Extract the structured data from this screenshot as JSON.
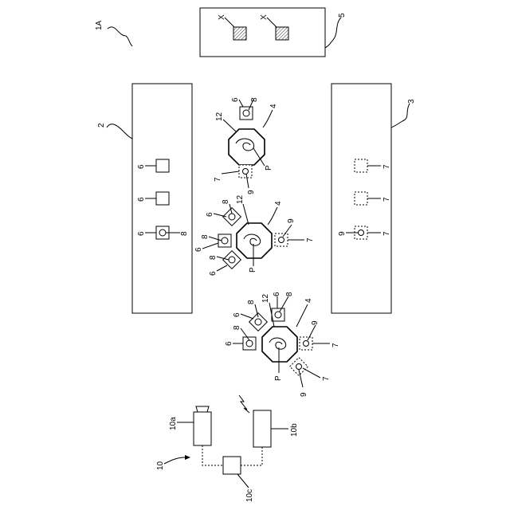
{
  "labels": {
    "system": "1A",
    "unit2": "2",
    "unit3": "3",
    "unit5": "5",
    "x": "X",
    "n4": "4",
    "n6": "6",
    "n7": "7",
    "n8": "8",
    "n9": "9",
    "n12": "12",
    "p": "P",
    "n10": "10",
    "n10a": "10a",
    "n10b": "10b",
    "n10c": "10c"
  }
}
